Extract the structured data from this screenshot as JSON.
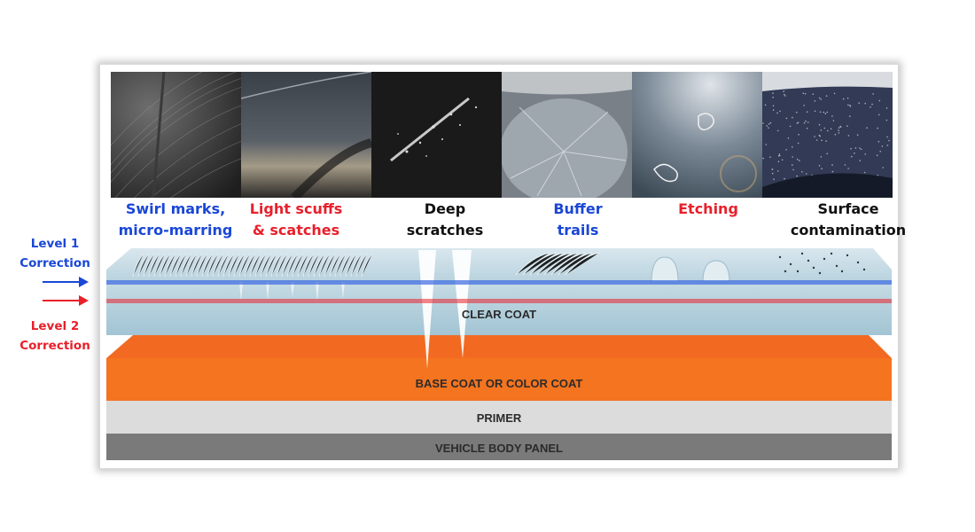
{
  "colors": {
    "blue": "#1a47d6",
    "red": "#e8202a",
    "black": "#111111",
    "clear_coat": "#a9c9d8",
    "base_coat": "#f26a22",
    "primer": "#dcdcdc",
    "body_panel": "#7a7a7a"
  },
  "defects": [
    {
      "line1": "Swirl marks,",
      "line2": "micro-marring",
      "color": "#1a47d6"
    },
    {
      "line1": "Light scuffs",
      "line2": "& scatches",
      "color": "#e8202a"
    },
    {
      "line1": "Deep",
      "line2": "scratches",
      "color": "#111111"
    },
    {
      "line1": "Buffer",
      "line2": "trails",
      "color": "#1a47d6"
    },
    {
      "line1": "Etching",
      "line2": "",
      "color": "#e8202a"
    },
    {
      "line1": "Surface",
      "line2": "contamination",
      "color": "#111111"
    }
  ],
  "levels": [
    {
      "line1": "Level 1",
      "line2": "Correction",
      "color": "#1a47d6"
    },
    {
      "line1": "Level 2",
      "line2": "Correction",
      "color": "#e8202a"
    }
  ],
  "layers": {
    "clear_coat": "CLEAR COAT",
    "base_coat": "BASE COAT OR COLOR COAT",
    "primer": "PRIMER",
    "body_panel": "VEHICLE BODY PANEL"
  }
}
